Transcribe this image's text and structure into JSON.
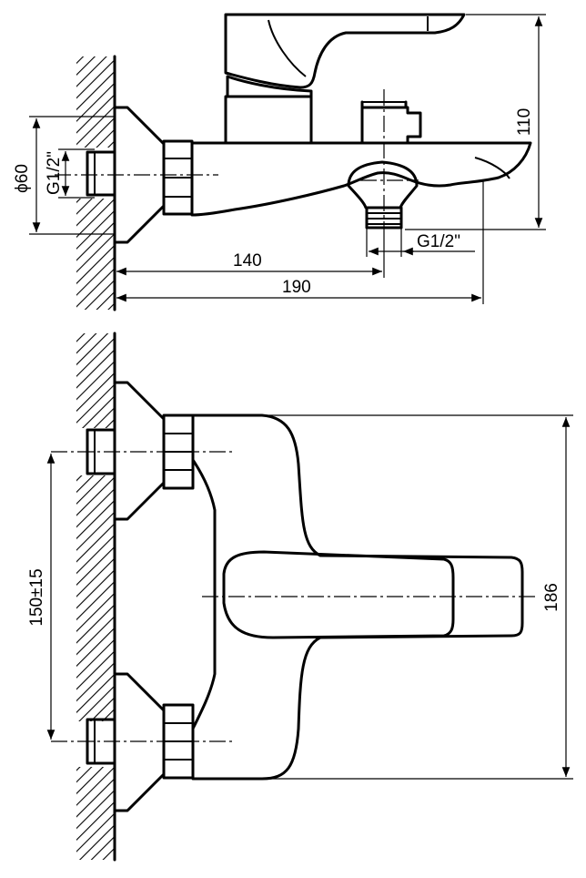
{
  "side_view": {
    "dim_diameter": "ϕ60",
    "dim_wall_thread": "G1/2\"",
    "dim_outlet_thread": "G1/2\"",
    "dim_height": "110",
    "dim_spout_reach": "140",
    "dim_total_length": "190"
  },
  "top_view": {
    "dim_center_distance": "150±15",
    "dim_width": "186"
  },
  "colors": {
    "line": "#000000",
    "background": "#ffffff"
  }
}
